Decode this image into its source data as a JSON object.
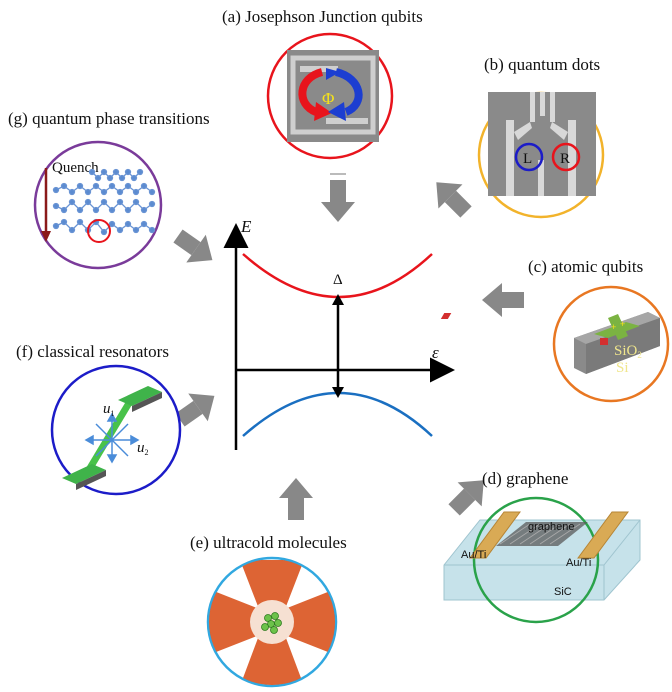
{
  "colors": {
    "upper_curve": "#e8141c",
    "lower_curve": "#1a6fc1",
    "arrow_gray": "#888888",
    "circle_a": "#e8141c",
    "circle_b": "#f2b32b",
    "circle_c": "#e87722",
    "circle_d": "#2aa24a",
    "circle_e": "#31a8e0",
    "circle_f": "#1c1cc8",
    "circle_g": "#7a3b9a"
  },
  "center": {
    "axis_e": "E",
    "axis_eps": "ε",
    "gap": "Δ"
  },
  "panels": {
    "a": {
      "label": "(a) Josephson Junction qubits",
      "symbol": "Φ"
    },
    "b": {
      "label": "(b) quantum dots",
      "left": "L",
      "right": "R"
    },
    "c": {
      "label": "(c) atomic qubits",
      "sio2": "SiO",
      "sub2": "2",
      "si": "Si"
    },
    "d": {
      "label": "(d) graphene",
      "graphene": "graphene",
      "left_pad": "Au/Ti",
      "right_pad": "Au/Ti",
      "substrate": "SiC"
    },
    "e": {
      "label": "(e) ultracold molecules"
    },
    "f": {
      "label": "(f) classical resonators",
      "u": "u",
      "sub1": "1",
      "sub2": "2"
    },
    "g": {
      "label": "(g) quantum phase transitions",
      "quench": "Quench"
    }
  }
}
